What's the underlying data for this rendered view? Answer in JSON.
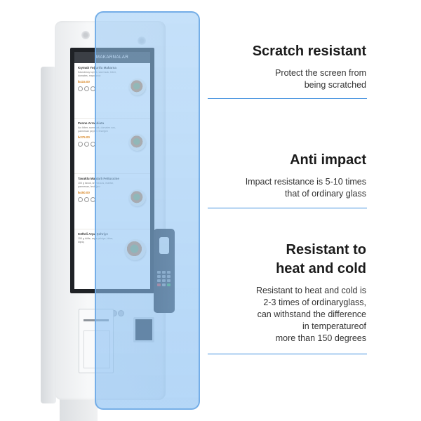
{
  "kiosk_screen": {
    "header": "MAKARNALAR",
    "items": [
      {
        "name": "Kıymalı Yoğurtlu Makarna",
        "desc": "Kavrulmuş kıyma, sarımsak, biber, domates, maydanoz",
        "price": "₺415.00"
      },
      {
        "name": "Penne Arrabbiata",
        "desc": "Acı biber, sarımsak, domates sos, parmesan peyniri, fesleğen",
        "price": "₺375.00"
      },
      {
        "name": "Tavuklu Mantarlı Fettuccine",
        "desc": "100 g tavuk, krema sos, mantar, parmesan, fesleğen",
        "price": "₺450.00"
      },
      {
        "name": "Köfteli Arpa Şehriye",
        "desc": "150 g köfte, arpa şehriye, biber, kişniş",
        "price": ""
      }
    ]
  },
  "features": [
    {
      "title_lines": [
        "Scratch resistant"
      ],
      "desc_lines": [
        "Protect the screen from",
        "being scratched"
      ]
    },
    {
      "title_lines": [
        "Anti impact"
      ],
      "desc_lines": [
        "Impact resistance is 5-10 times",
        "that of ordinary glass"
      ]
    },
    {
      "title_lines": [
        "Resistant to",
        "heat and cold"
      ],
      "desc_lines": [
        "Resistant to heat and cold is",
        "2-3 times of ordinaryglass,",
        "can withstand the difference",
        "in temperatureof",
        "more than 150 degrees"
      ]
    }
  ],
  "colors": {
    "accent_line": "#3f8fde",
    "glass": "#96c8f5",
    "price": "#d8892a"
  }
}
